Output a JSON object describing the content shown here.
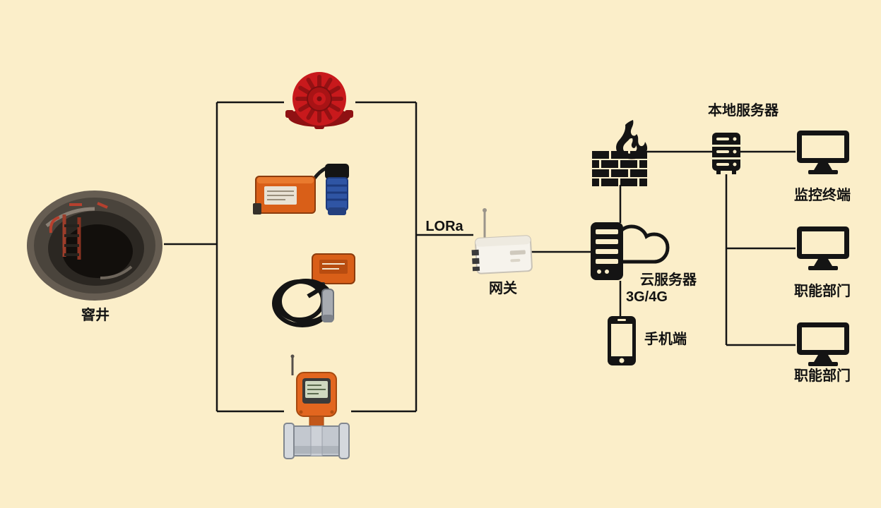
{
  "colors": {
    "background": "#fbeec9",
    "line": "#141414",
    "device_orange": "#d95f18",
    "siren_red": "#c8191c",
    "sensor_blue": "#2f55a4",
    "metal_gray": "#c3c8cf",
    "icon_black": "#141414"
  },
  "nodes": {
    "manhole": {
      "label": "窨井",
      "icon": "manhole-photo"
    },
    "sensors": [
      {
        "icon": "alarm-siren-icon"
      },
      {
        "icon": "ultrasonic-level-sensor-icon"
      },
      {
        "icon": "submersible-level-transmitter-icon"
      },
      {
        "icon": "electromagnetic-flowmeter-icon"
      }
    ],
    "link": {
      "label": "LORa"
    },
    "gateway": {
      "label": "网关",
      "icon": "lora-gateway-icon"
    },
    "cloud_server": {
      "label": "云服务器",
      "icon": "cloud-server-icon"
    },
    "firewall": {
      "icon": "firewall-icon"
    },
    "mobile_link": {
      "label": "3G/4G"
    },
    "phone": {
      "label": "手机端",
      "icon": "smartphone-icon"
    },
    "local_server": {
      "label": "本地服务器",
      "icon": "server-rack-icon"
    },
    "terminals": [
      {
        "label": "监控终端",
        "icon": "monitor-icon"
      },
      {
        "label": "职能部门",
        "icon": "monitor-icon"
      },
      {
        "label": "职能部门",
        "icon": "monitor-icon"
      }
    ]
  }
}
